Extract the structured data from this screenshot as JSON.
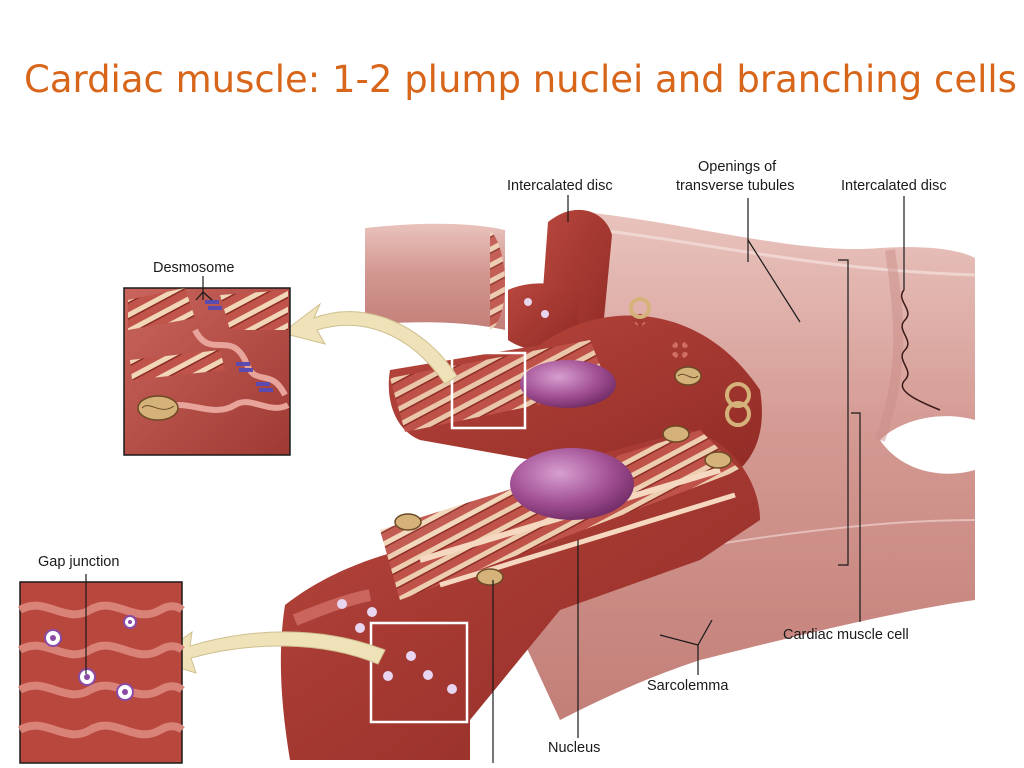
{
  "slide": {
    "title": "Cardiac muscle: 1-2 plump nuclei and branching cells"
  },
  "labels": {
    "intercalated_disc_left": "Intercalated disc",
    "openings_line1": "Openings of",
    "openings_line2": "transverse tubules",
    "intercalated_disc_right": "Intercalated disc",
    "desmosome": "Desmosome",
    "gap_junction": "Gap junction",
    "cardiac_muscle_cell": "Cardiac muscle cell",
    "sarcolemma": "Sarcolemma",
    "nucleus": "Nucleus"
  },
  "colors": {
    "title": "#d8661a",
    "muscle_light": "#d9a09a",
    "muscle_dark": "#a8342c",
    "nucleus": "#9a4a8a",
    "callout_arrow": "#efe2b8"
  }
}
